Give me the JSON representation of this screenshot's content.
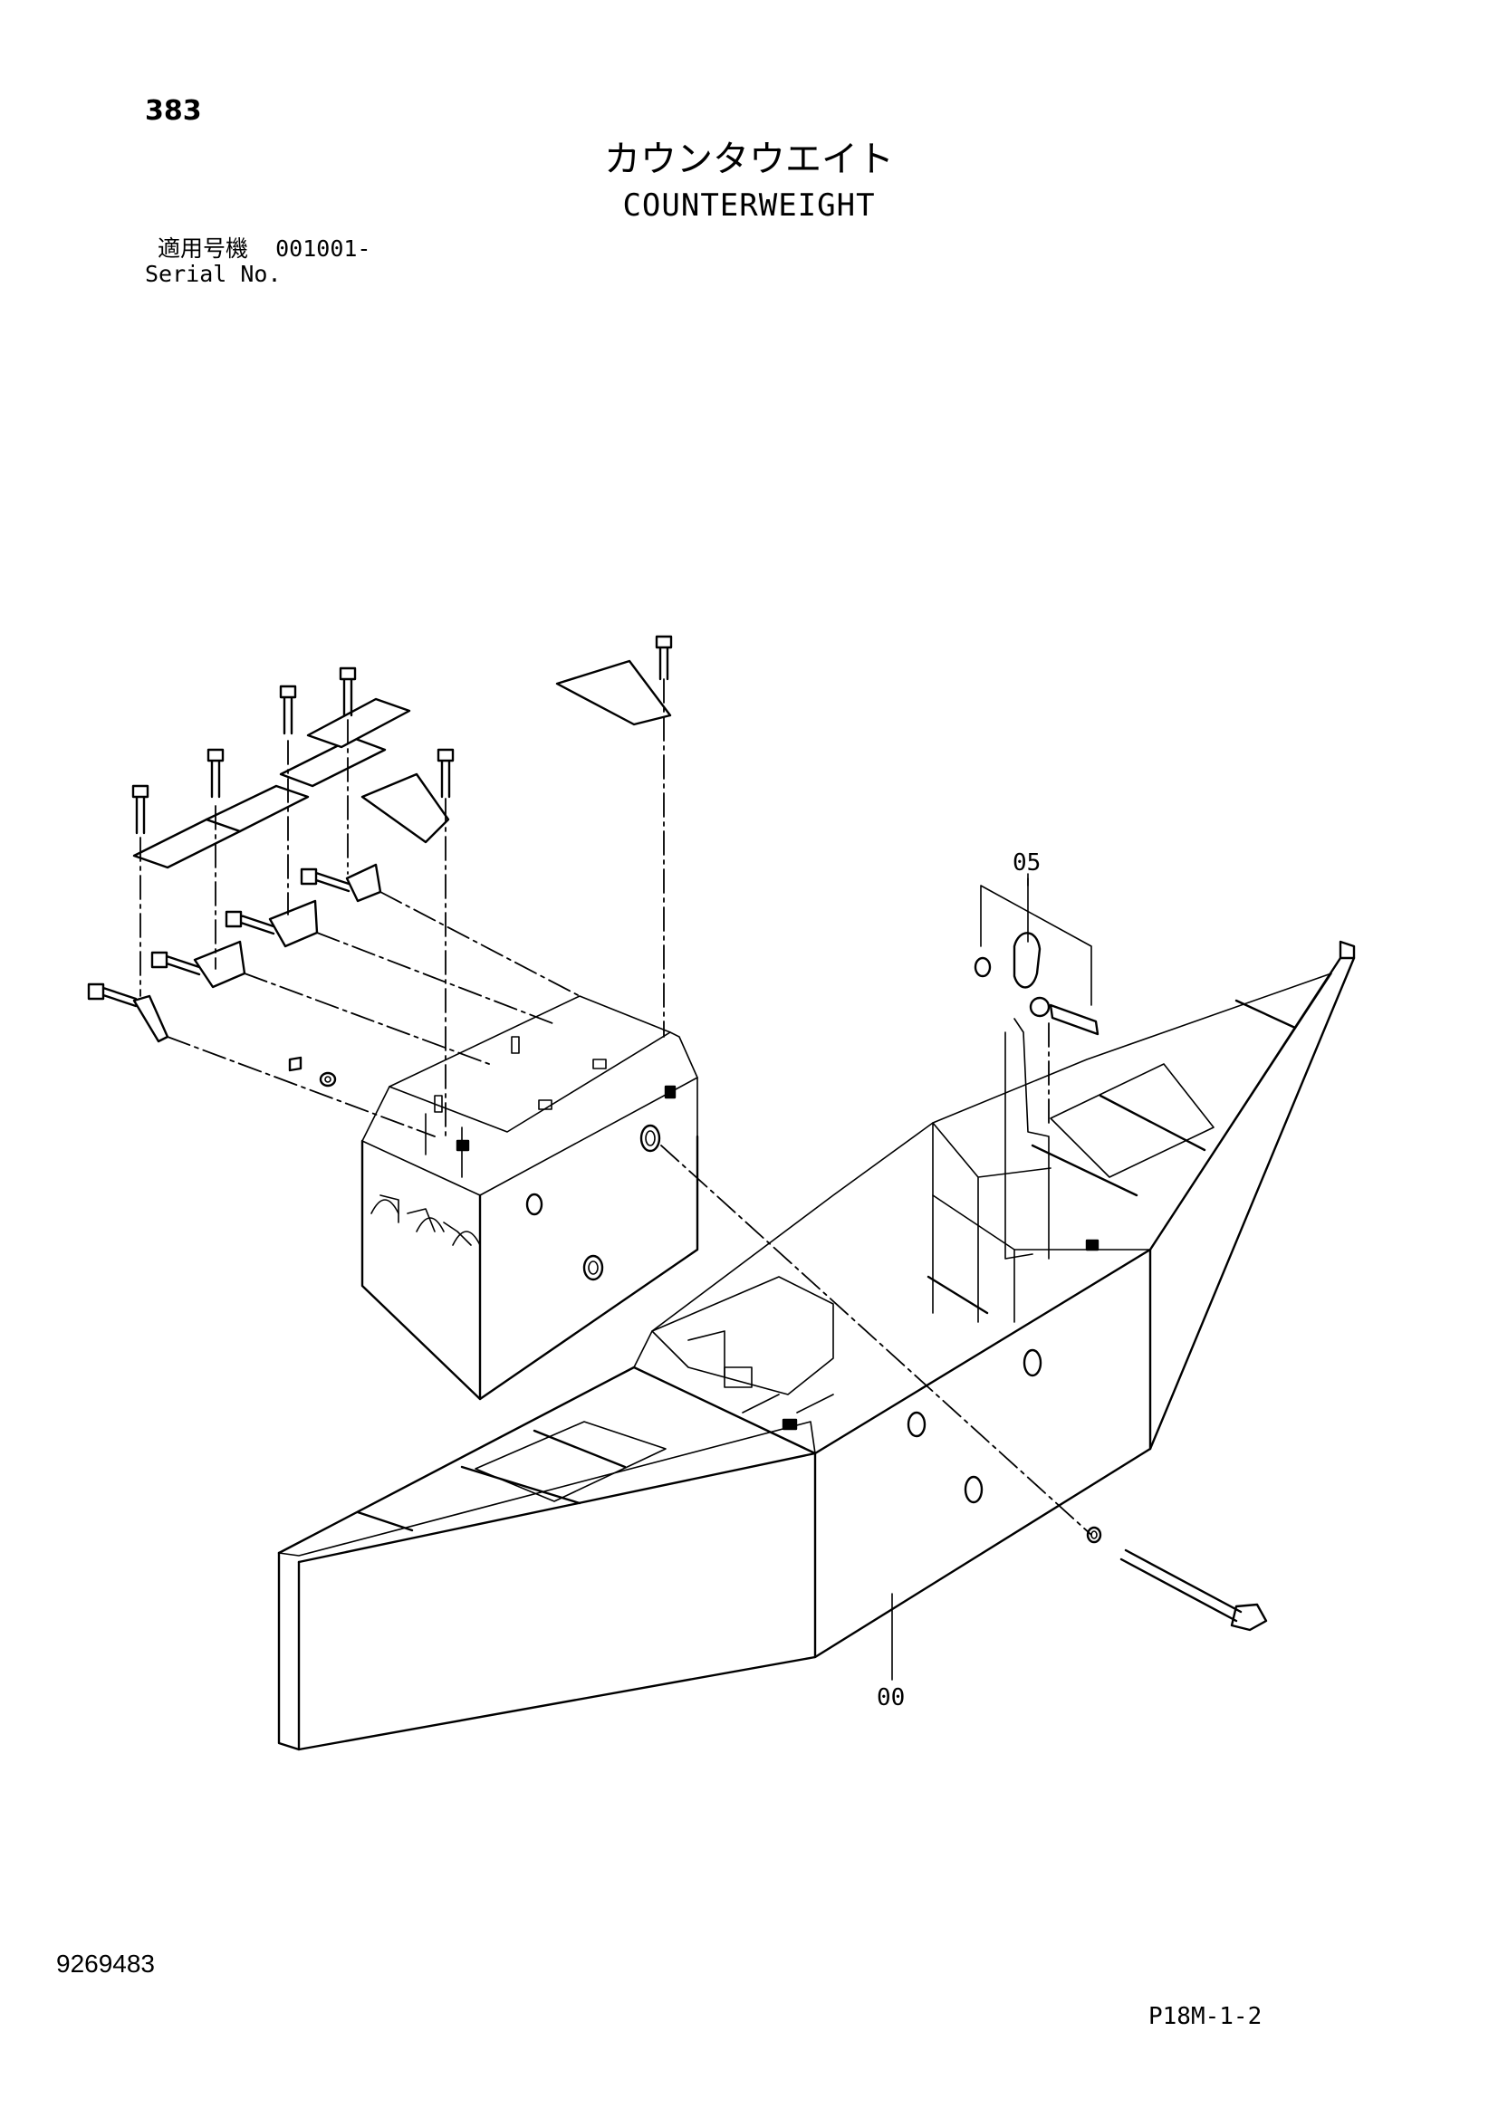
{
  "header": {
    "page_number": "383",
    "title_jp": "カウンタウエイト",
    "title_en": "COUNTERWEIGHT",
    "serial_label_jp": "適用号機",
    "serial_value": "001001-",
    "serial_label_en": "Serial No."
  },
  "callouts": [
    {
      "id": "05"
    },
    {
      "id": "00"
    }
  ],
  "footer": {
    "document_number": "9269483",
    "page_code": "P18M-1-2"
  }
}
